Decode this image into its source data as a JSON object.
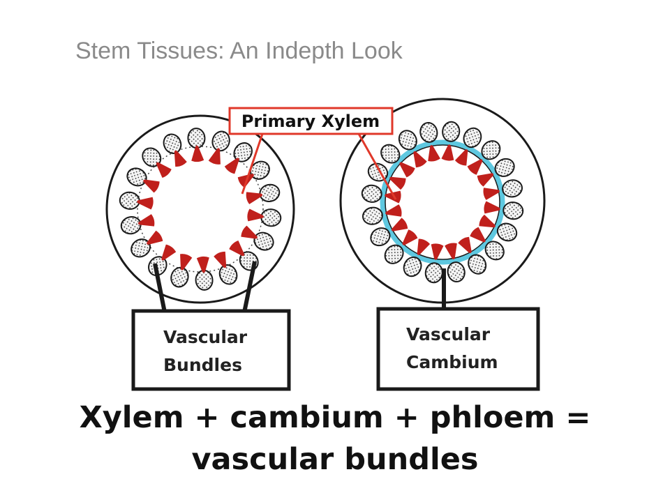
{
  "slide": {
    "title": "Stem Tissues: An Indepth Look",
    "caption_line1": "Xylem + cambium + phloem =",
    "caption_line2": "vascular bundles"
  },
  "diagram": {
    "callout_top": "Primary Xylem",
    "box_left_line1": "Vascular",
    "box_left_line2": "Bundles",
    "box_right_line1": "Vascular",
    "box_right_line2": "Cambium"
  },
  "colors": {
    "xylem": "#c0201c",
    "callout_border": "#e0382a",
    "cambium": "#5ec8e0",
    "phloem_fill": "#f4f4f4",
    "outline": "#1a1a1a",
    "title_gray": "#8a8a8a"
  }
}
